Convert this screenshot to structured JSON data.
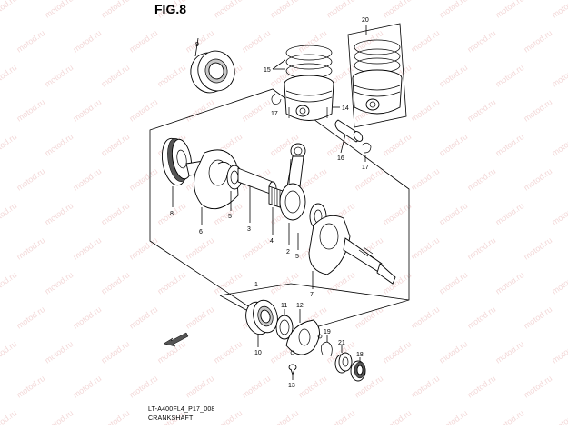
{
  "figure_label": "FIG.8",
  "diagram_code": "LT-A400FL4_P17_008",
  "diagram_name": "CRANKSHAFT",
  "watermark_text": "motod.ru",
  "callouts": {
    "c1": "1",
    "c2": "2",
    "c3": "3",
    "c4": "4",
    "c5a": "5",
    "c5b": "5",
    "c6": "6",
    "c7": "7",
    "c8": "8",
    "c9": "9",
    "c10": "10",
    "c11": "11",
    "c12": "12",
    "c13": "13",
    "c14": "14",
    "c15": "15",
    "c16": "16",
    "c17a": "17",
    "c17b": "17",
    "c18": "18",
    "c19": "19",
    "c20": "20",
    "c21": "21"
  },
  "colors": {
    "watermark": "#e9b8b8",
    "line": "#000000",
    "shade": "#c8c8c8"
  },
  "icons": {
    "front_arrow": "front-direction-arrow-icon"
  }
}
